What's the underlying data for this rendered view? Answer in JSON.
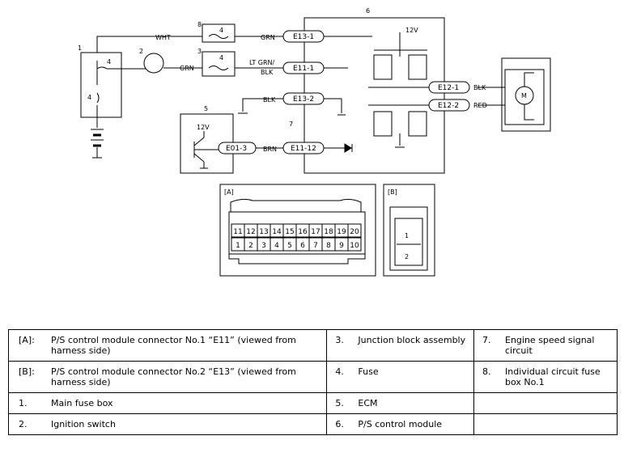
{
  "diagram": {
    "labels": {
      "n1": "1",
      "n2": "2",
      "n3": "3",
      "n4a": "4",
      "n4b": "4",
      "n4c": "4",
      "n4d": "4",
      "n5": "5",
      "n6": "6",
      "n7": "7",
      "n8": "8",
      "wht": "WHT",
      "grn1": "GRN",
      "grn2": "GRN",
      "ltgrn1": "LT GRN/",
      "ltgrn2": "BLK",
      "blk1": "BLK",
      "brn": "BRN",
      "v12a": "12V",
      "v12b": "12V",
      "blk2": "BLK",
      "red": "RED",
      "motor": "M"
    },
    "connectors": {
      "e13_1": "E13-1",
      "e11_1": "E11-1",
      "e13_2": "E13-2",
      "e11_12": "E11-12",
      "e12_1": "E12-1",
      "e12_2": "E12-2",
      "e01_3": "E01-3"
    },
    "connector_a": {
      "tag": "[A]",
      "top_row": [
        "11",
        "12",
        "13",
        "14",
        "15",
        "16",
        "17",
        "18",
        "19",
        "20"
      ],
      "bottom_row": [
        "1",
        "2",
        "3",
        "4",
        "5",
        "6",
        "7",
        "8",
        "9",
        "10"
      ]
    },
    "connector_b": {
      "tag": "[B]",
      "pin1": "1",
      "pin2": "2"
    }
  },
  "legend": {
    "rows": [
      [
        {
          "key": "[A]:",
          "text": "P/S control module connector No.1 “E11” (viewed from harness side)"
        },
        {
          "key": "3.",
          "text": "Junction block assembly"
        },
        {
          "key": "7.",
          "text": "Engine speed signal circuit"
        }
      ],
      [
        {
          "key": "[B]:",
          "text": "P/S control module connector No.2 “E13” (viewed from harness side)"
        },
        {
          "key": "4.",
          "text": "Fuse"
        },
        {
          "key": "8.",
          "text": "Individual circuit fuse box No.1"
        }
      ],
      [
        {
          "key": "1.",
          "text": "Main fuse box"
        },
        {
          "key": "5.",
          "text": "ECM"
        },
        {
          "key": "",
          "text": ""
        }
      ],
      [
        {
          "key": "2.",
          "text": "Ignition switch"
        },
        {
          "key": "6.",
          "text": "P/S control module"
        },
        {
          "key": "",
          "text": ""
        }
      ]
    ]
  }
}
